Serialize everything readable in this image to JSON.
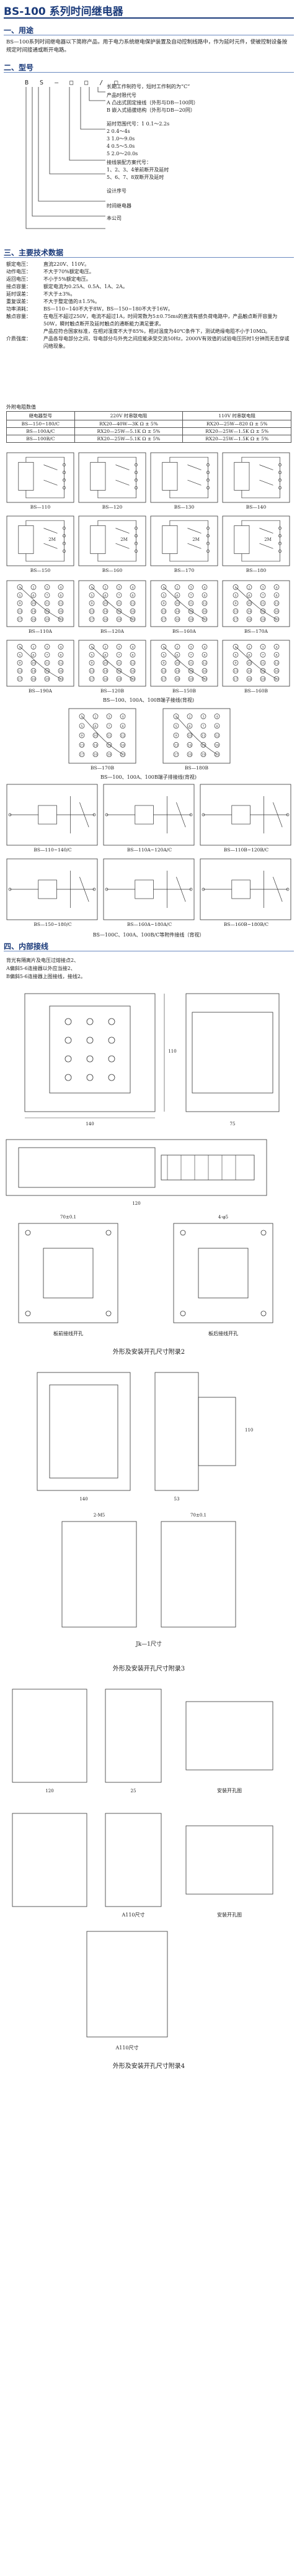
{
  "header": {
    "title": "BS-100 系列时间继电器"
  },
  "sections": {
    "s1": "一、用途",
    "s2": "二、型号",
    "s3": "三、主要技术数据",
    "s4": "四、内部接线"
  },
  "usage_text": "BS—100系列时间继电器以下简称产品，用于电力系统继电保护装置及自动控制线路中，作为延时元件，使被控制设备按规定时间接通或断开电路。",
  "model": {
    "code": "B S — □ □ / □",
    "items": [
      "长期工作制符号，短时工作制的为“C”",
      "产品时限代号",
      "A  凸出式固定接线（外形与DB—100同）",
      "B  嵌入式插拔结构（外形与DB—20同）",
      "延时范围代号：1  0.1～2.2s",
      "2  0.4～4s",
      "3  1.0～9.0s",
      "4  0.5～5.0s",
      "5  2.0～20.0s",
      "接线装配方案代号：",
      "1、2、3、4单前断开及延时",
      "5、6、7、8双断开及延时",
      "设计序号",
      "时间继电器",
      "本公司"
    ]
  },
  "specs": [
    {
      "k": "额定电压：",
      "v": "直流220V、110V。"
    },
    {
      "k": "动作电压：",
      "v": "不大于70%额定电压。"
    },
    {
      "k": "返回电压：",
      "v": "不小于5%额定电压。"
    },
    {
      "k": "接点容量：",
      "v": "额定电流为0.25A、0.5A、1A、2A。"
    },
    {
      "k": "延时误差：",
      "v": "不大于±3%。"
    },
    {
      "k": "重复误差：",
      "v": "不大于整定值的±1.5%。"
    },
    {
      "k": "功率消耗：",
      "v": "BS—110~140不大于8W，BS—150~180不大于16W。"
    },
    {
      "k": "触点容量：",
      "v": "在电压不超过250V，电流不超过1A，时间常数为5±0.75ms的直流有感负荷电路中，产品触点断开容量为50W，瞬时触点断开及延时触点的通断能力满足要求。"
    },
    {
      "k": "",
      "v": "产品应符合国家标准，在相对湿度不大于85%，相对温度为40℃条件下，测试绝缘电阻不小于10MΩ。"
    },
    {
      "k": "介质强度：",
      "v": "产品各导电部分之间，导电部分与外壳之间应能承受交流50Hz，2000V有效值的试验电压历时1分钟而无击穿或闪络现象。"
    }
  ],
  "table1": {
    "caption": "外附电阻数值",
    "headers": [
      "继电器型号",
      "220V 时串联电阻",
      "110V 时串联电阻"
    ],
    "rows": [
      [
        "BS—150~180/C",
        "RX20—40W—3K Ω ± 5%",
        "RX20—25W—820 Ω ± 5%"
      ],
      [
        "BS—100A/C",
        "RX20—25W—5.1K Ω ± 5%",
        "RX20—25W—1.5K Ω ± 5%"
      ],
      [
        "BS—100B/C",
        "RX20—25W—5.1K Ω ± 5%",
        "RX20—25W—1.5K Ω ± 5%"
      ]
    ]
  },
  "row1_labels": [
    "BS—110",
    "BS—120",
    "BS—130",
    "BS—140"
  ],
  "row2_labels": [
    "BS—150",
    "BS—160",
    "BS—170",
    "BS—180"
  ],
  "row2_vals": [
    "2M",
    "2M",
    "2M",
    "2M"
  ],
  "row3_labels": [
    "BS—110A",
    "BS—120A",
    "BS—160A",
    "BS—170A"
  ],
  "row4_labels": [
    "BS—190A",
    "BS—120B",
    "BS—150B",
    "BS—160B"
  ],
  "row4_caption": "BS—100、100A、100B端子接线(背视)",
  "row5_labels": [
    "BS—170B",
    "BS—180B"
  ],
  "row5_caption": "BS—100、100A、100B端子排接线(背视)",
  "row6_labels": [
    "BS—110~140/C",
    "BS—110A~120A/C",
    "BS—110B~120B/C"
  ],
  "row7_labels": [
    "BS—150~180/C",
    "BS—160A~180A/C",
    "BS—160B~180B/C"
  ],
  "row7_caption": "BS—100C、100A、100B/C等附件接线（背视）",
  "wiring_note": [
    "背光有隔离片及电压过熔接点2、",
    "A偏斜5-6连接器以外应当接2、",
    "B偏斜5-6连接器上图接线，接线2。"
  ],
  "dims": {
    "d1": "140",
    "d2": "53",
    "d3": "75",
    "d4": "110",
    "d5": "25",
    "d6": "120",
    "d7": "4-φ5",
    "d8": "2-M5",
    "d9": "70±0.1"
  },
  "captions": {
    "front_board": "板前接线开孔",
    "rear_board": "板后接线开孔",
    "fig2": "外形及安装开孔尺寸附录2",
    "jk": "Jk—1尺寸",
    "fig3": "外形及安装开孔尺寸附录3",
    "mount1": "安装开孔图",
    "bottom_lbl": "A110尺寸",
    "last": "外形及安装开孔尺寸附录4"
  },
  "colors": {
    "accent": "#1a3a7a"
  }
}
